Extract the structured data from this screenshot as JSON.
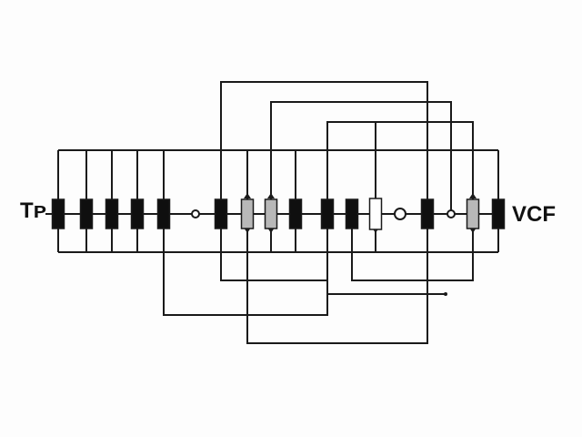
{
  "labels": {
    "input": "Tᴘ",
    "output": "VCF"
  },
  "colors": {
    "wire": "#1a1a1a",
    "black_component": "#0f0f0f",
    "gray_component": "#b8b8b8",
    "white_component": "#ffffff",
    "background": "#fdfdfd"
  },
  "components": [
    {
      "id": "c1",
      "fill": "black"
    },
    {
      "id": "c2",
      "fill": "black"
    },
    {
      "id": "c3",
      "fill": "black"
    },
    {
      "id": "c4",
      "fill": "black"
    },
    {
      "id": "c5",
      "fill": "black"
    },
    {
      "id": "n1",
      "kind": "node"
    },
    {
      "id": "c6",
      "fill": "black"
    },
    {
      "id": "c7",
      "fill": "gray"
    },
    {
      "id": "c8",
      "fill": "gray"
    },
    {
      "id": "c9",
      "fill": "black"
    },
    {
      "id": "c10",
      "fill": "black"
    },
    {
      "id": "c11",
      "fill": "black"
    },
    {
      "id": "c12",
      "fill": "white"
    },
    {
      "id": "n2",
      "kind": "node-large"
    },
    {
      "id": "c13",
      "fill": "black"
    },
    {
      "id": "n3",
      "kind": "node"
    },
    {
      "id": "c14",
      "fill": "gray"
    },
    {
      "id": "c15",
      "fill": "black"
    }
  ]
}
